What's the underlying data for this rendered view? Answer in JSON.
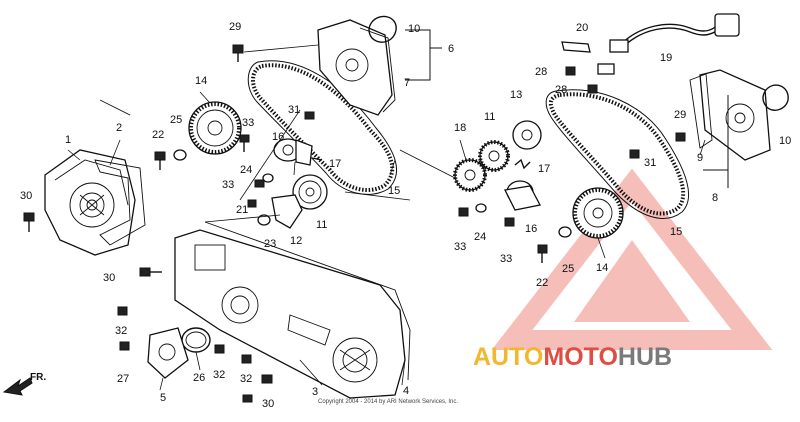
{
  "diagram": {
    "callouts": [
      "29",
      "10",
      "6",
      "7",
      "20",
      "19",
      "28",
      "28",
      "14",
      "25",
      "22",
      "33",
      "1",
      "2",
      "31",
      "16",
      "17",
      "24",
      "33",
      "30",
      "21",
      "23",
      "12",
      "11",
      "15",
      "18",
      "11",
      "13",
      "17",
      "33",
      "24",
      "16",
      "33",
      "29",
      "9",
      "31",
      "10",
      "8",
      "15",
      "25",
      "22",
      "14",
      "30",
      "32",
      "32",
      "27",
      "5",
      "26",
      "32",
      "30",
      "3",
      "4"
    ],
    "direction_label": "FR.",
    "copyright": "Copyright 2004 - 2014 by ARI Network Services, Inc."
  },
  "watermark": {
    "part1": "AUTO",
    "part2": "MOTO",
    "part3": "HUB",
    "colors": {
      "auto": "#f1b72e",
      "moto": "#e04d42",
      "hub": "#7a7a7a",
      "logo": "#f08a80"
    }
  }
}
